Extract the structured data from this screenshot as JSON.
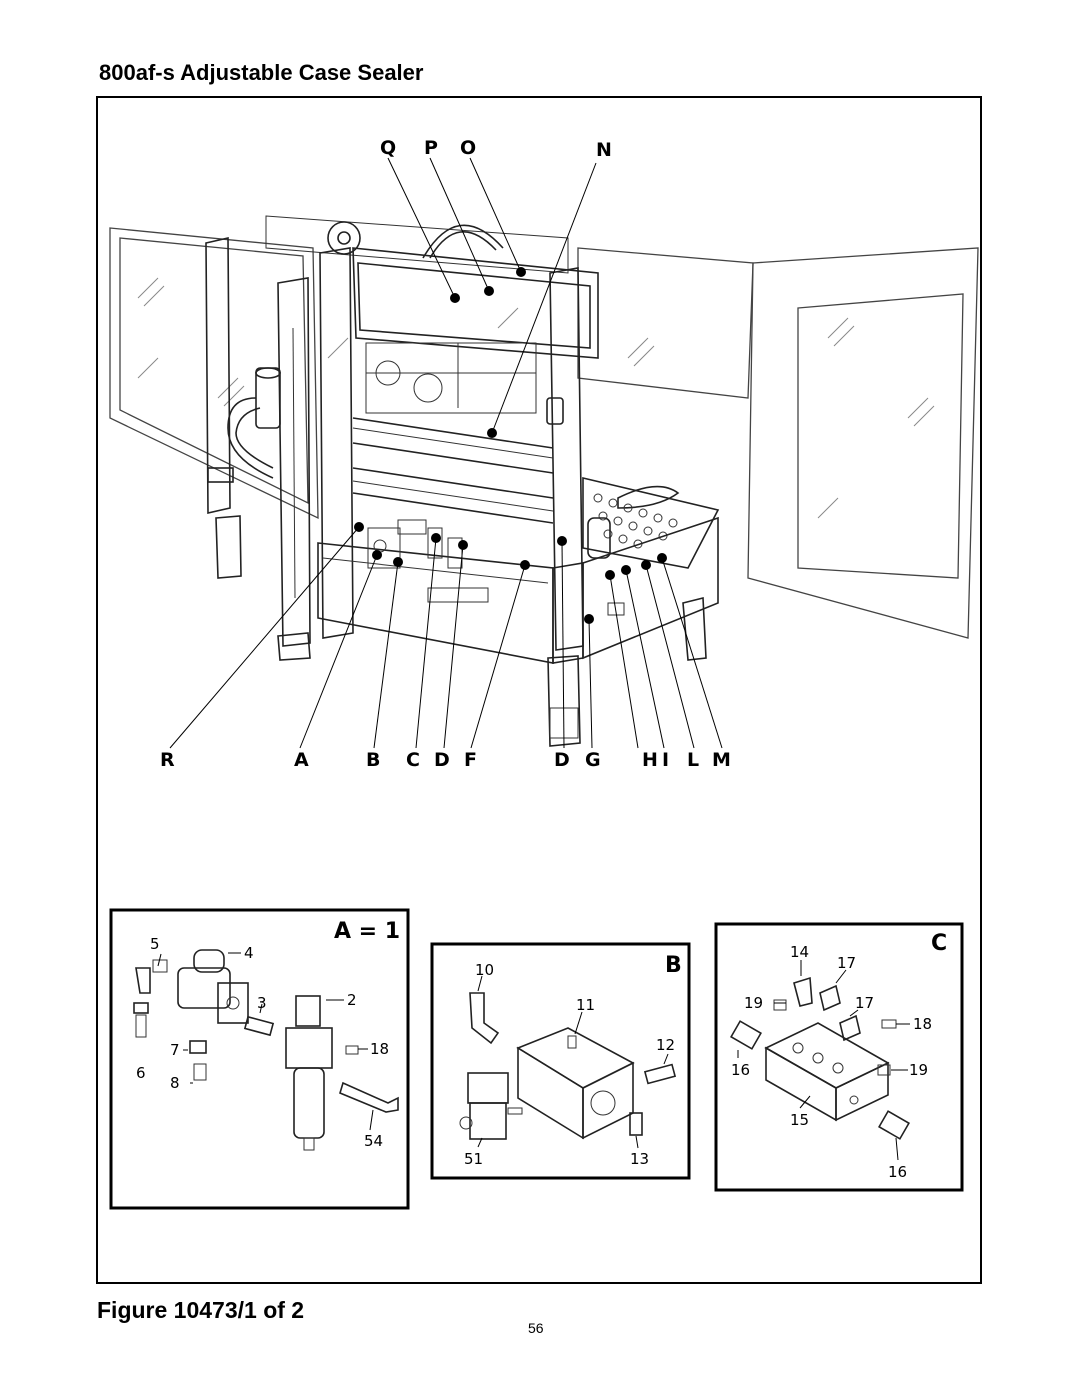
{
  "page": {
    "title": "800af-s Adjustable Case Sealer",
    "caption": "Figure 10473/1 of 2",
    "page_number": "56"
  },
  "main_figure": {
    "top_callouts": [
      "Q",
      "P",
      "O",
      "N"
    ],
    "bottom_callouts": [
      "R",
      "A",
      "B",
      "C",
      "D",
      "F",
      "D",
      "G",
      "H",
      "I",
      "L",
      "M"
    ]
  },
  "insets": {
    "a": {
      "title": "A = 1",
      "parts": [
        "5",
        "4",
        "3",
        "2",
        "7",
        "18",
        "6",
        "8",
        "54"
      ]
    },
    "b": {
      "title": "B",
      "parts": [
        "10",
        "11",
        "12",
        "51",
        "13"
      ]
    },
    "c": {
      "title": "C",
      "parts": [
        "14",
        "17",
        "19",
        "17",
        "18",
        "16",
        "19",
        "15",
        "16"
      ]
    }
  }
}
